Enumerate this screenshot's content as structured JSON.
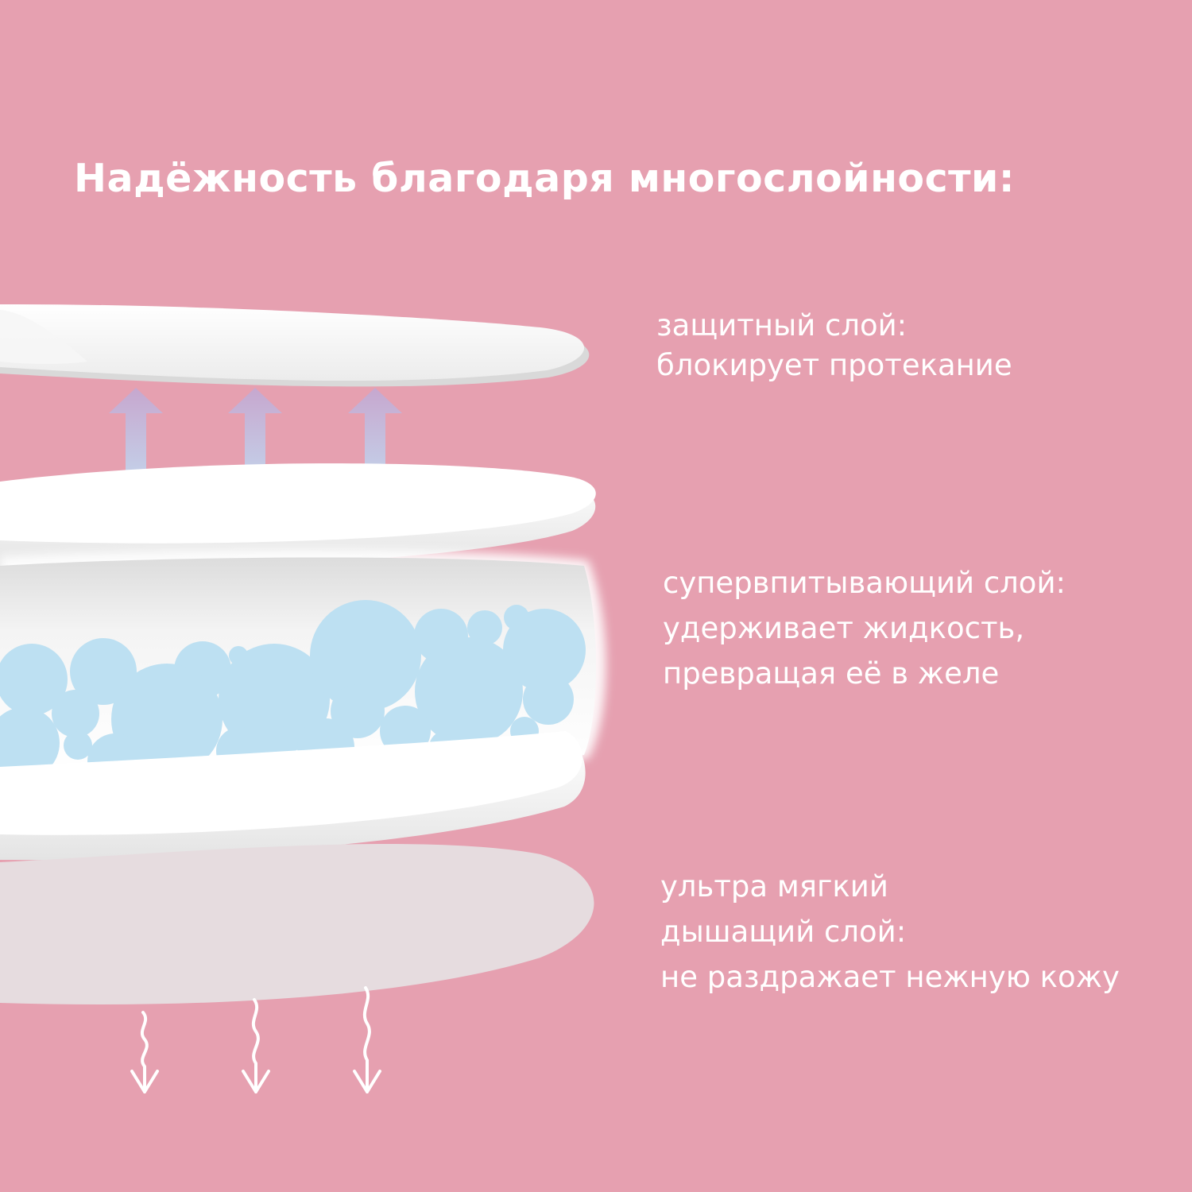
{
  "headline": "Надёжность благодаря многослойности:",
  "layers": [
    {
      "lines": [
        "защитный слой:",
        "блокирует протекание"
      ]
    },
    {
      "lines": [
        "супервпитывающий слой:",
        "удерживает жидкость,",
        "превращая её в желе"
      ]
    },
    {
      "lines": [
        "ультра мягкий",
        "дышащий слой:",
        "не раздражает нежную кожу"
      ]
    }
  ],
  "colors": {
    "background": "#e6a0b0",
    "text": "#ffffff",
    "gel_beads": "#bde0f2",
    "pad_white": "#ffffff",
    "bottom_layer": "#e6dcdf",
    "arrow_up_top": "#c3a8d2",
    "arrow_up_bottom": "#bfe2f7"
  },
  "icons": [
    "arrow-up-icon",
    "wavy-arrow-down-icon"
  ]
}
